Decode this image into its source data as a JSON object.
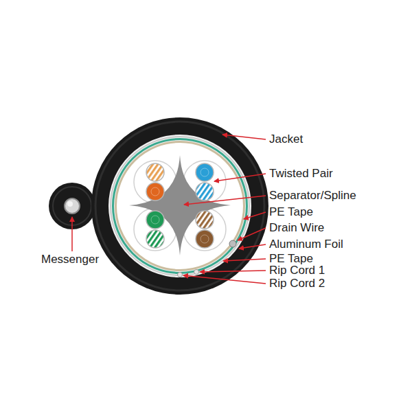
{
  "diagram": {
    "labels": [
      "Jacket",
      "Twisted Pair",
      "Separator/Spline",
      "PE Tape",
      "Drain Wire",
      "Aluminum Foil",
      "PE Tape",
      "Rip Cord 1",
      "Rip Cord 2",
      "Messenger"
    ]
  }
}
